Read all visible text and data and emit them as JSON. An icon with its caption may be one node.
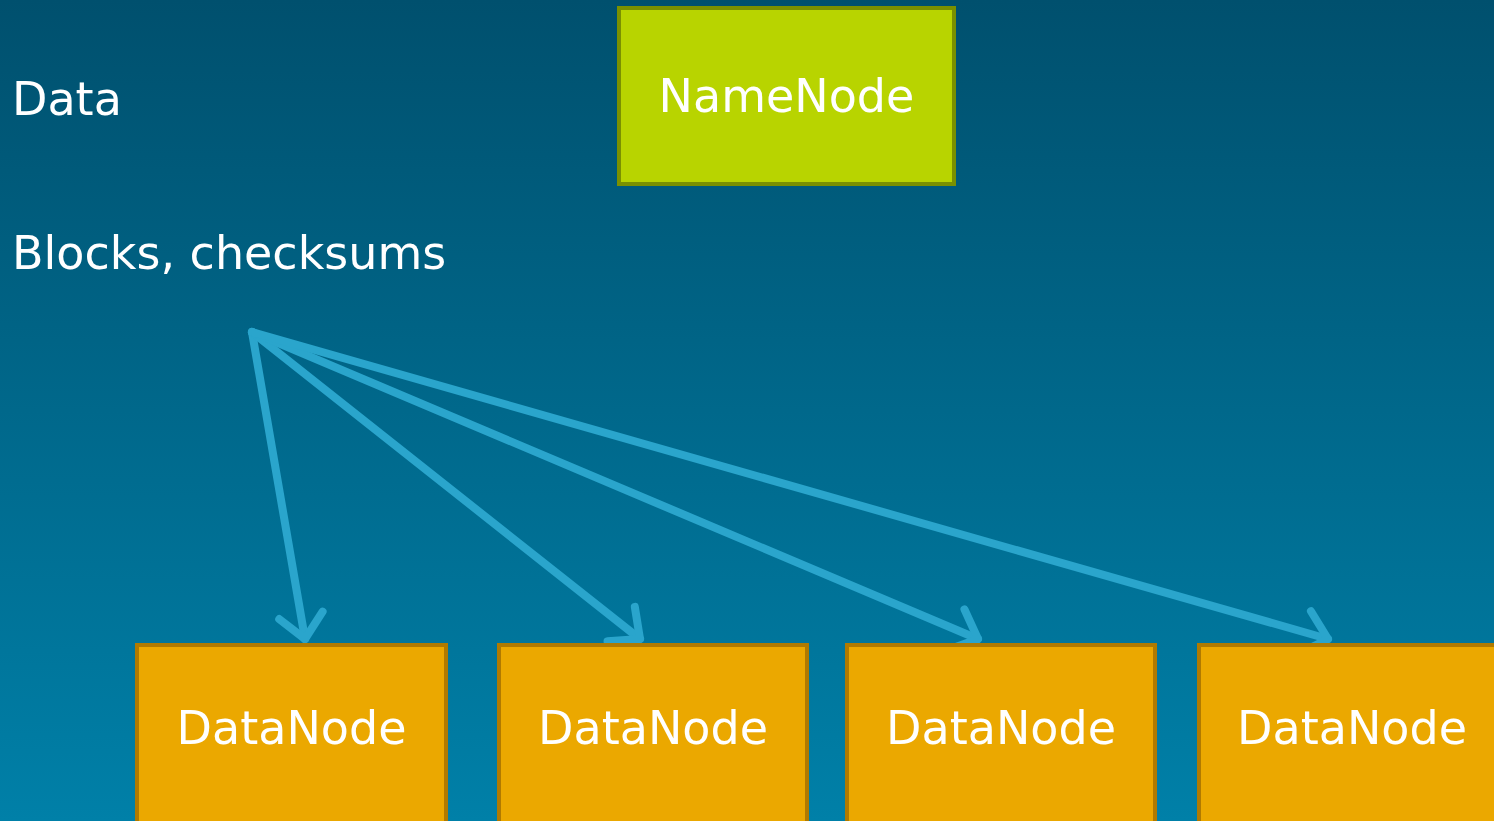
{
  "diagram": {
    "nodes": [
      {
        "text": [
          "NameNode"
        ]
      },
      {
        "text": [
          "DataNode"
        ]
      },
      {
        "text": [
          "DataNode"
        ]
      },
      {
        "text": [
          "DataNode"
        ]
      },
      {
        "text": [
          "DataNode"
        ]
      }
    ],
    "edges": [
      {
        "from": null,
        "to": 1,
        "arrow": "to"
      },
      {
        "from": null,
        "to": 2,
        "arrow": "to"
      },
      {
        "from": null,
        "to": 3,
        "arrow": "to"
      },
      {
        "from": null,
        "to": 4,
        "arrow": "to"
      }
    ],
    "labels": [
      "Data",
      "Blocks, checksums"
    ]
  }
}
